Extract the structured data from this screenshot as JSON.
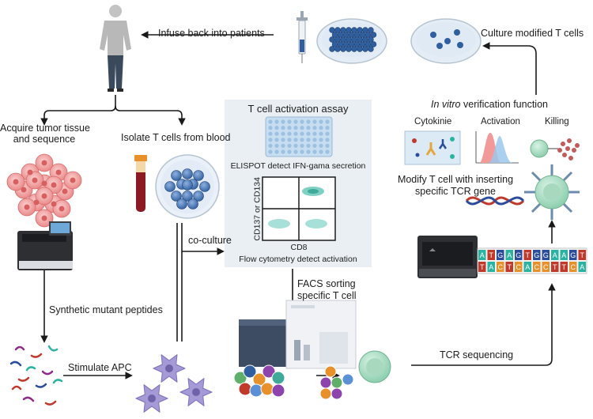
{
  "labels": {
    "infuse": "Infuse back into patients",
    "culture": "Culture modified T cells",
    "in_vitro_italic": "In vitro",
    "in_vitro_rest": " verification function",
    "cytokinie": "Cytokinie",
    "activation": "Activation",
    "killing": "Killing",
    "modify_line1": "Modify T cell with inserting",
    "modify_line2": "specific TCR gene",
    "acquire_line1": "Acquire tumor tissue",
    "acquire_line2": "and sequence",
    "isolate": "Isolate T cells from blood",
    "assay_title": "T cell activation assay",
    "elispot": "ELISPOT detect IFN-gama secretion",
    "cd137": "CD137 or CD134",
    "cd8": "CD8",
    "flow": "Flow cytometry detect activation",
    "coculture": "co-culture",
    "synthetic": "Synthetic mutant peptides",
    "stimulate": "Stimulate APC",
    "facs_line1": "FACS sorting",
    "facs_line2": "specific T cell",
    "tcr_seq": "TCR sequencing"
  },
  "dna_sequence": {
    "top": [
      "A",
      "T",
      "G",
      "A",
      "G",
      "T",
      "G",
      "G",
      "A",
      "A",
      "G",
      "T"
    ],
    "bottom": [
      "T",
      "A",
      "C",
      "T",
      "C",
      "A",
      "C",
      "C",
      "T",
      "T",
      "C",
      "A"
    ]
  },
  "colors": {
    "arrow": "#1a1a1a",
    "t_cell": "#2f5f9e",
    "tumor": "#f28e8e",
    "apc": "#a59ad6",
    "assay_panel": "#e9eff2",
    "dna_red": "#c0392b",
    "dna_blue": "#2b4c9b"
  },
  "icons": [
    "person-icon",
    "syringe-icon",
    "petri-dish-icon",
    "tumor-tissue-icon",
    "sequencer-icon",
    "blood-tube-icon",
    "elispot-plate-icon",
    "flow-plot-icon",
    "apc-cell-icon",
    "facs-sorter-icon",
    "t-cell-icon",
    "dna-helix-icon",
    "tcr-t-cell-icon",
    "peptide-icon"
  ]
}
